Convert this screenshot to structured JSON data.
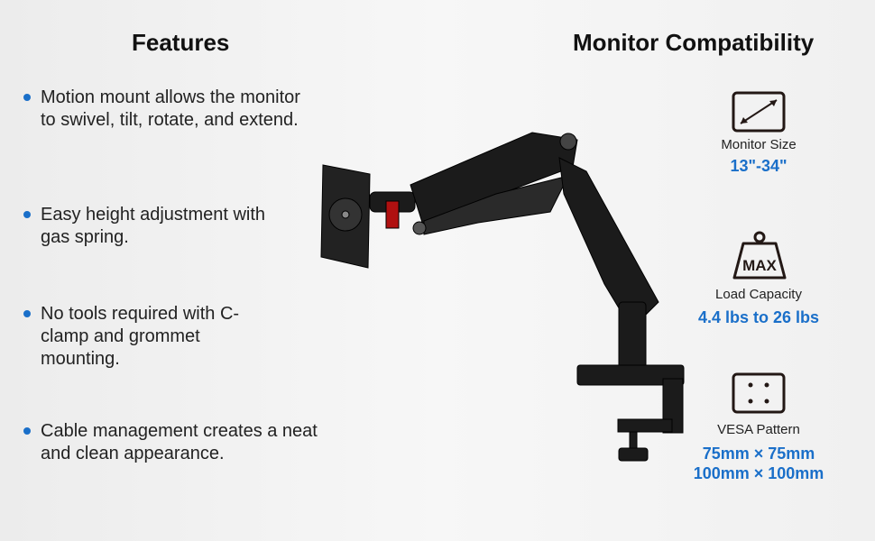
{
  "features": {
    "title": "Features",
    "items": [
      "Motion mount allows the monitor to swivel, tilt, rotate, and extend.",
      "Easy height adjustment with gas spring.",
      "No tools required with C-clamp and grommet mounting.",
      "Cable management creates a neat and clean appearance."
    ]
  },
  "compat": {
    "title": "Monitor Compatibility",
    "size": {
      "label": "Monitor Size",
      "value": "13\"-34\""
    },
    "load": {
      "label": "Load Capacity",
      "value": "4.4 lbs to 26 lbs",
      "icon_text": "MAX"
    },
    "vesa": {
      "label": "VESA Pattern",
      "value1": "75mm × 75mm",
      "value2": "100mm × 100mm"
    }
  },
  "colors": {
    "accent": "#1a6fc9"
  }
}
